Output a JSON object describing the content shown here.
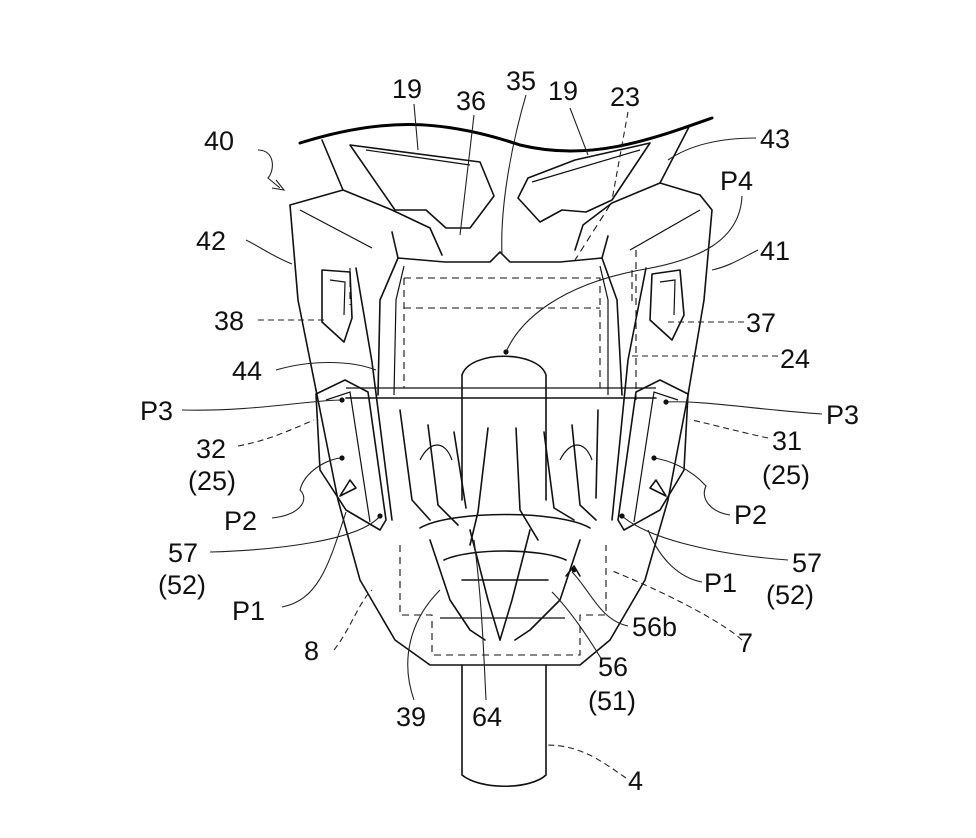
{
  "labels": {
    "l19a": "19",
    "l36": "36",
    "l35": "35",
    "l19b": "19",
    "l23": "23",
    "l43": "43",
    "l40": "40",
    "lP4": "P4",
    "l42": "42",
    "l41": "41",
    "l38": "38",
    "l37": "37",
    "l44": "44",
    "l24": "24",
    "lP3a": "P3",
    "lP3b": "P3",
    "l32": "32",
    "l25a": "(25)",
    "l31": "31",
    "l25b": "(25)",
    "lP2a": "P2",
    "lP2b": "P2",
    "l57a": "57",
    "l52a": "(52)",
    "l57b": "57",
    "l52b": "(52)",
    "lP1a": "P1",
    "lP1b": "P1",
    "l8": "8",
    "l7": "7",
    "l56b": "56b",
    "l56": "56",
    "l51": "(51)",
    "l39": "39",
    "l64": "64",
    "l4": "4"
  }
}
